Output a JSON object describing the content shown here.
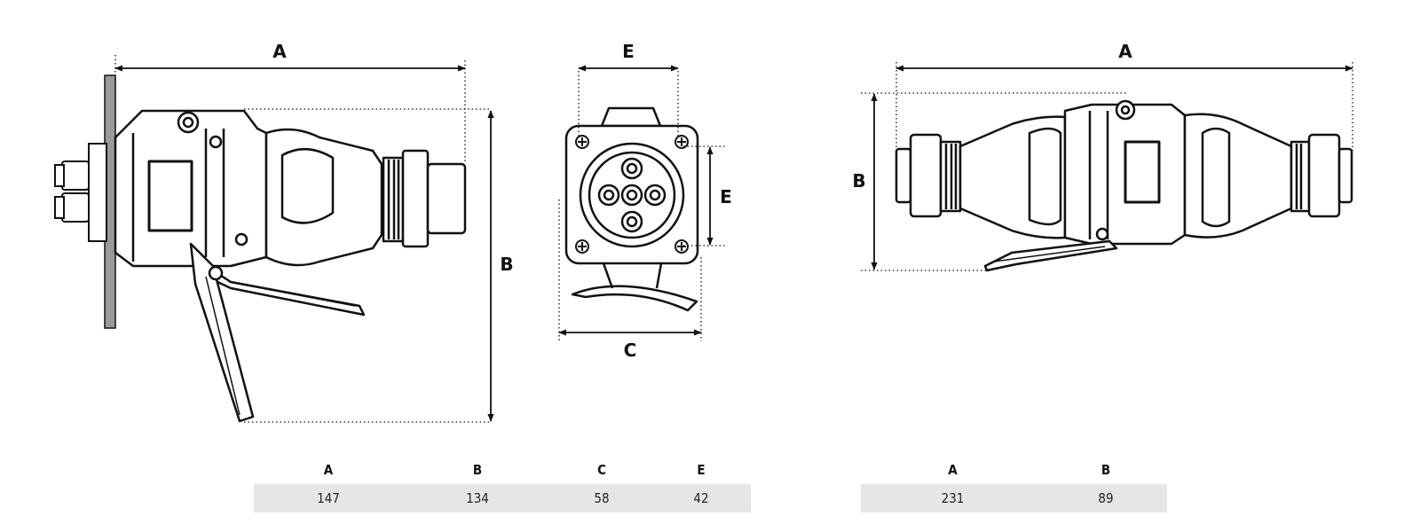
{
  "dimension_labels": {
    "left_view": {
      "a": "A",
      "b": "B"
    },
    "front_view": {
      "e_top": "E",
      "e_side": "E",
      "c": "C"
    },
    "right_view": {
      "a": "A",
      "b": "B"
    }
  },
  "table_1": {
    "headers": [
      "A",
      "B",
      "C",
      "E"
    ],
    "values": [
      "147",
      "134",
      "58",
      "42"
    ]
  },
  "table_2": {
    "headers": [
      "A",
      "B"
    ],
    "values": [
      "231",
      "89"
    ]
  }
}
